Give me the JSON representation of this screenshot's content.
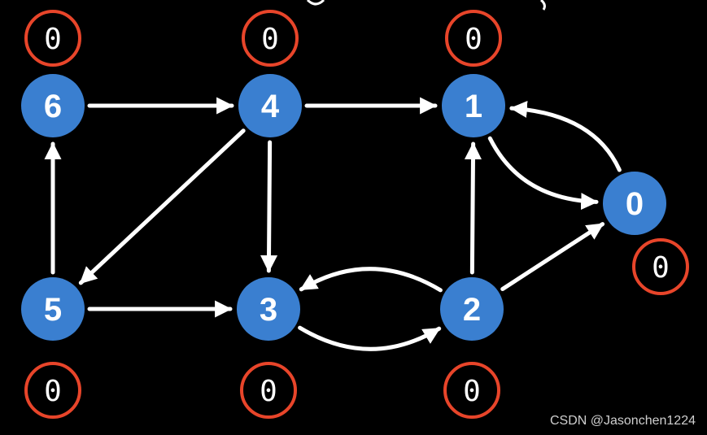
{
  "colors": {
    "background": "#000000",
    "node_fill": "#3a7fd0",
    "counter_ring": "#e8452a",
    "edge": "#ffffff",
    "text": "#ffffff"
  },
  "nodes": [
    {
      "id": "0",
      "label": "0"
    },
    {
      "id": "1",
      "label": "1"
    },
    {
      "id": "2",
      "label": "2"
    },
    {
      "id": "3",
      "label": "3"
    },
    {
      "id": "4",
      "label": "4"
    },
    {
      "id": "5",
      "label": "5"
    },
    {
      "id": "6",
      "label": "6"
    }
  ],
  "edges": [
    {
      "from": "6",
      "to": "4"
    },
    {
      "from": "4",
      "to": "1"
    },
    {
      "from": "4",
      "to": "5"
    },
    {
      "from": "4",
      "to": "3"
    },
    {
      "from": "5",
      "to": "6"
    },
    {
      "from": "5",
      "to": "3"
    },
    {
      "from": "3",
      "to": "2"
    },
    {
      "from": "2",
      "to": "3"
    },
    {
      "from": "2",
      "to": "1"
    },
    {
      "from": "2",
      "to": "0"
    },
    {
      "from": "1",
      "to": "0"
    },
    {
      "from": "0",
      "to": "1"
    }
  ],
  "counters": [
    {
      "node": "6",
      "value": "0"
    },
    {
      "node": "4",
      "value": "0"
    },
    {
      "node": "1",
      "value": "0"
    },
    {
      "node": "0",
      "value": "0"
    },
    {
      "node": "5",
      "value": "0"
    },
    {
      "node": "3",
      "value": "0"
    },
    {
      "node": "2",
      "value": "0"
    }
  ],
  "watermark": "CSDN @Jasonchen1224"
}
